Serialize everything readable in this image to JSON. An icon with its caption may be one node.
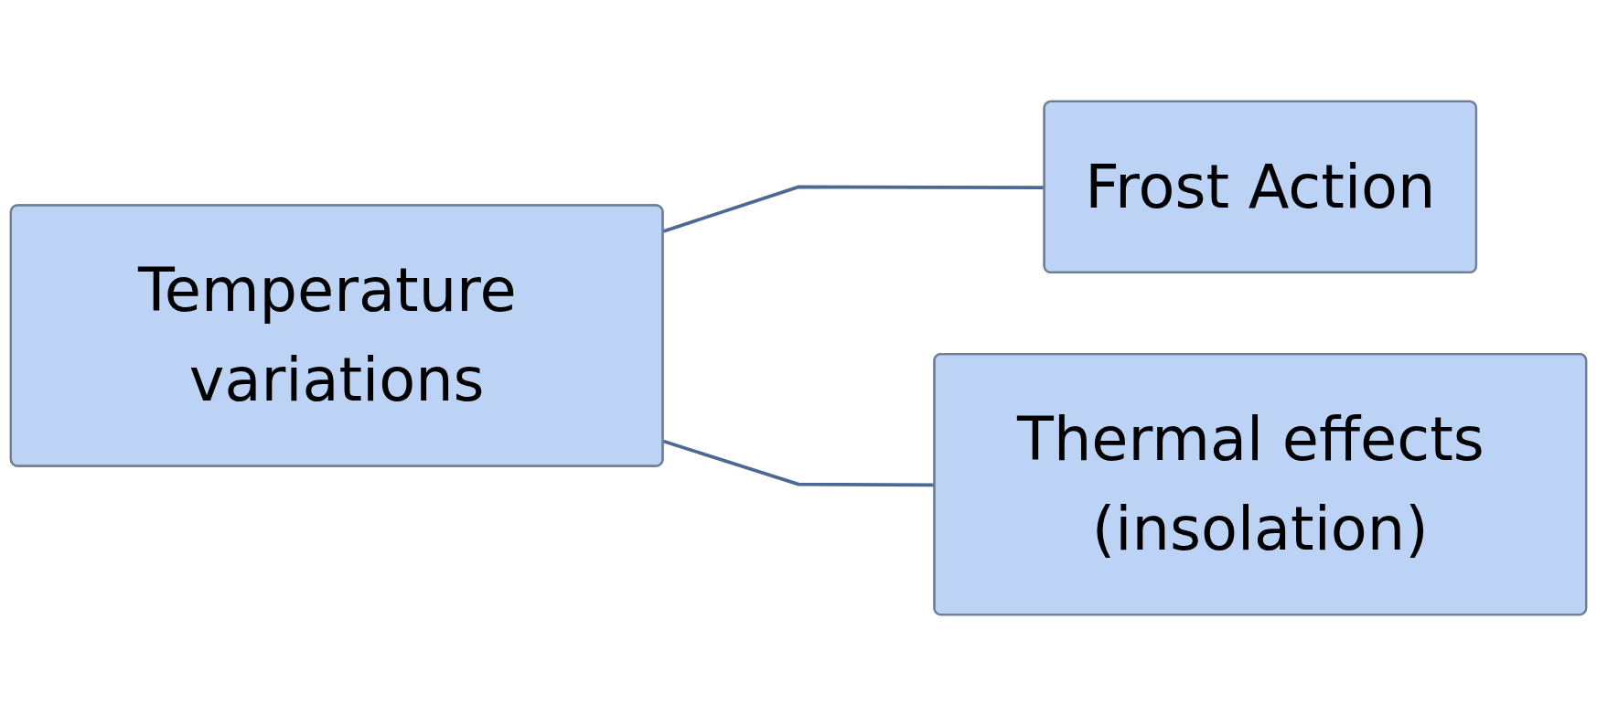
{
  "diagram": {
    "nodes": [
      {
        "text": [
          "Temperature variations"
        ]
      },
      {
        "text": [
          "Frost Action"
        ]
      },
      {
        "text": [
          "Thermal effects (insolation)"
        ]
      }
    ],
    "edges": [
      {
        "from": 0,
        "to": 1,
        "arrow": "none"
      },
      {
        "from": 0,
        "to": 2,
        "arrow": "none"
      }
    ]
  }
}
